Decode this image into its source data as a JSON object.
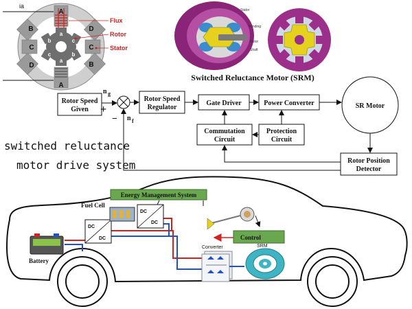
{
  "stator_diagram": {
    "pole_labels": [
      "A",
      "A",
      "B",
      "B",
      "C",
      "C",
      "D",
      "D"
    ],
    "rotor_labels": [
      "a",
      "a",
      "b",
      "b",
      "c",
      "c"
    ],
    "ia": "ia",
    "flux": "Flux",
    "rotor": "Rotor",
    "stator": "Stator"
  },
  "srm_image": {
    "title": "Switched Reluctance Motor (SRM)",
    "part_labels": [
      "Stator",
      "Winding",
      "Rotor",
      "Shaft"
    ]
  },
  "block_diagram": {
    "rotor_speed_given": [
      "Rotor Speed",
      "Given"
    ],
    "rotor_speed_regulator": [
      "Rotor Speed",
      "Regulator"
    ],
    "gate_driver": "Gate Driver",
    "power_converter": "Power Converter",
    "sr_motor": "SR Motor",
    "commutation_circuit": [
      "Commutation",
      "Circuit"
    ],
    "protection_circuit": [
      "Protection",
      "Circuit"
    ],
    "rotor_position_detector": [
      "Rotor Position",
      "Detector"
    ],
    "n_g": "n",
    "n_g_sub": "g",
    "n_f": "n",
    "n_f_sub": "f",
    "plus": "+",
    "minus": "−"
  },
  "caption": [
    "switched reluctance",
    "motor drive system"
  ],
  "vehicle": {
    "energy_management": "Energy Management System",
    "fuel_cell": "Fuel Cell",
    "battery": "Battery",
    "dc1": [
      "DC",
      "DC"
    ],
    "dc2": [
      "DC",
      "DC"
    ],
    "control": "Control",
    "converter": "Converter",
    "srm": "SRM"
  },
  "colors": {
    "flux_red": "#d22020",
    "srm_purple": "#9b2f8a",
    "srm_yellow": "#e6d21e",
    "ems_green": "#6aa84f",
    "wire_red": "#d32020",
    "wire_blue": "#2050c8",
    "rotor_teal": "#3fb4c4"
  }
}
